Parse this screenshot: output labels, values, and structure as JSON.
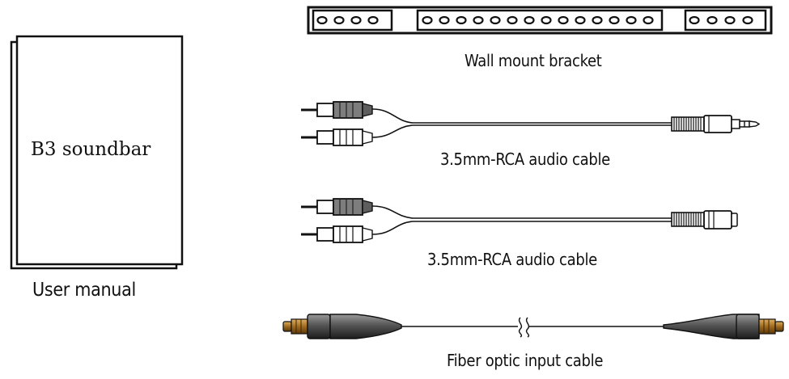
{
  "items": {
    "user_manual": {
      "cover_title": "B3 soundbar",
      "caption": "User manual"
    },
    "wall_mount_bracket": {
      "caption": "Wall mount bracket"
    },
    "rca_cable_1": {
      "caption": "3.5mm-RCA audio cable"
    },
    "rca_cable_2": {
      "caption": "3.5mm-RCA audio cable"
    },
    "fiber_optic_cable": {
      "caption": "Fiber optic input cable"
    }
  },
  "colors": {
    "line": "#111111",
    "plug_gray": "#8a8a8a",
    "plug_dark": "#3a3a3a",
    "tip_gold": "#b07a2a"
  }
}
